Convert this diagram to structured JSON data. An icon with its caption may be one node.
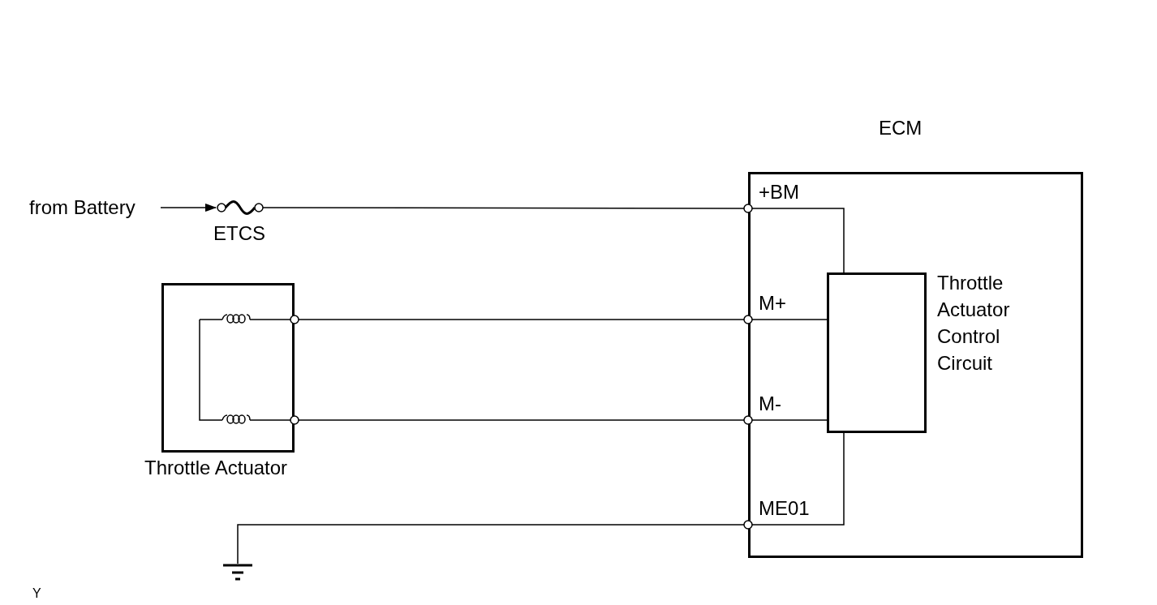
{
  "diagram": {
    "nodes": [
      {
        "text": [
          "from Battery"
        ]
      },
      {
        "text": [
          "ETCS"
        ]
      },
      {
        "text": [
          "Throttle Actuator"
        ]
      },
      {
        "text": [
          "ECM"
        ]
      },
      {
        "text": [
          "+BM"
        ],
        "in": 3
      },
      {
        "text": [
          "M+"
        ],
        "in": 3
      },
      {
        "text": [
          "M-"
        ],
        "in": 3
      },
      {
        "text": [
          "ME01"
        ],
        "in": 3
      },
      {
        "text": [
          "Throttle Actuator Control Circuit"
        ],
        "in": 3
      },
      {
        "text": [],
        "shape": "ground"
      }
    ],
    "edges": [
      {
        "from": 0,
        "to": 1,
        "arrow": "to"
      },
      {
        "from": 1,
        "to": 4,
        "arrow": "none"
      },
      {
        "from": 4,
        "to": 8,
        "arrow": "none"
      },
      {
        "from": 2,
        "to": 5,
        "arrow": "none"
      },
      {
        "from": 5,
        "to": 8,
        "arrow": "none"
      },
      {
        "from": 2,
        "to": 6,
        "arrow": "none"
      },
      {
        "from": 6,
        "to": 8,
        "arrow": "none"
      },
      {
        "from": 9,
        "to": 7,
        "arrow": "none"
      },
      {
        "from": 7,
        "to": 8,
        "arrow": "none"
      }
    ],
    "labels": [
      "Y"
    ]
  }
}
